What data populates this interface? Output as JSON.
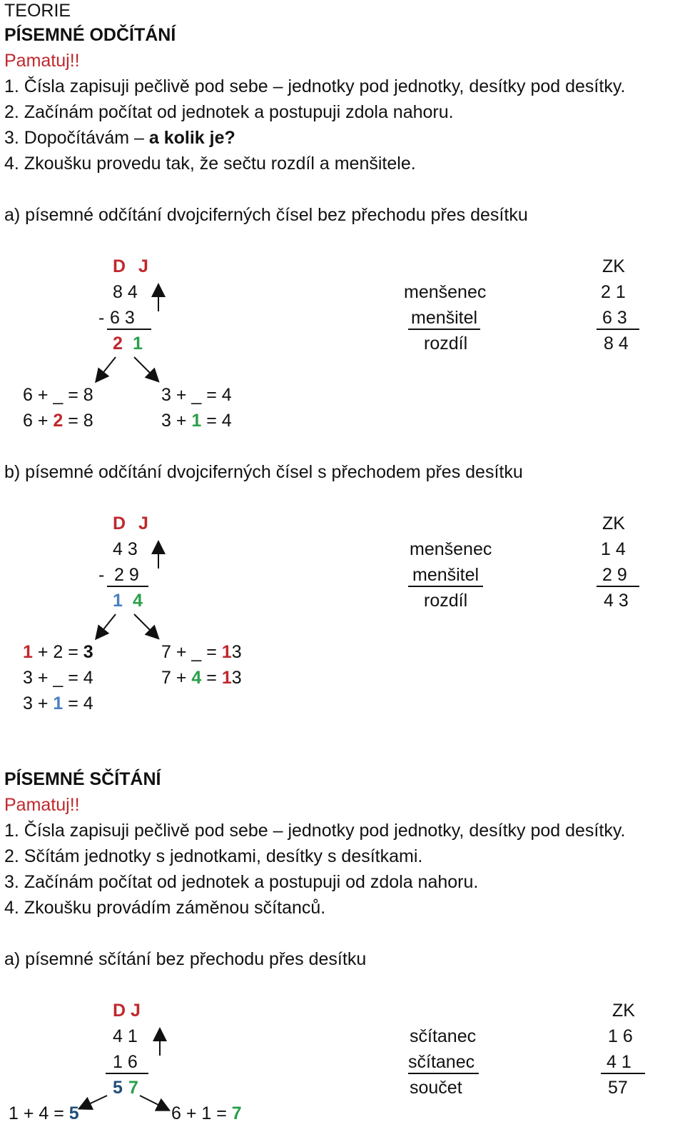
{
  "header": {
    "teorie": "TEORIE"
  },
  "sub": {
    "title": "PÍSEMNÉ ODČÍTÁNÍ",
    "remember": "Pamatuj!!",
    "rules": [
      "1. Čísla zapisuji pečlivě pod sebe – jednotky pod jednotky, desítky pod desítky.",
      "2. Začínám počítat od jednotek a postupuji zdola nahoru.",
      "3. Dopočítávám –",
      "4. Zkoušku provedu tak, že sečtu rozdíl a menšitele."
    ],
    "rule3_bold": "a kolik je?",
    "a": {
      "heading": "a) písemné odčítání dvojciferných čísel bez přechodu přes desítku",
      "d": "D",
      "j": "J",
      "row1": "8 4",
      "minus": "-",
      "row2": "6 3",
      "res_d": "2",
      "res_j": "1",
      "labels": [
        "menšenec",
        "menšitel",
        "rozdíl"
      ],
      "zk_label": "ZK",
      "zk": [
        "2 1",
        "6 3",
        "8 4"
      ],
      "left1": "6 + _ = 8",
      "left2_pre": "6 + ",
      "left2_val": "2",
      "left2_post": " = 8",
      "right1": "3 + _ = 4",
      "right2_pre": "3 + ",
      "right2_val": "1",
      "right2_post": " = 4"
    },
    "b": {
      "heading": "b) písemné odčítání dvojciferných čísel s přechodem přes desítku",
      "d": "D",
      "j": "J",
      "row1": "4 3",
      "minus": "-",
      "row2": "2 9",
      "res_d": "1",
      "res_j": "4",
      "labels": [
        "menšenec",
        "menšitel",
        "rozdíl"
      ],
      "zk_label": "ZK",
      "zk": [
        "1 4",
        "2 9",
        "4 3"
      ],
      "l1_a": "1",
      "l1_b": " + 2 = ",
      "l1_c": "3",
      "l2": "3 + _ = 4",
      "l3_a": "3 + ",
      "l3_b": "1",
      "l3_c": " = 4",
      "r1_a": "7 + _ = ",
      "r1_b": "1",
      "r1_c": "3",
      "r2_a": "7 + ",
      "r2_b": "4",
      "r2_c": " = ",
      "r2_d": "1",
      "r2_e": "3"
    }
  },
  "add": {
    "title": "PÍSEMNÉ SČÍTÁNÍ",
    "remember": "Pamatuj!!",
    "rules": [
      "1. Čísla zapisuji pečlivě pod sebe – jednotky pod jednotky, desítky pod desítky.",
      "2. Sčítám jednotky s jednotkami, desítky s desítkami.",
      "3. Začínám počítat od jednotek a postupuji od zdola nahoru.",
      "4. Zkoušku provádím záměnou sčítanců."
    ],
    "a": {
      "heading": "a) písemné sčítání bez přechodu přes desítku",
      "dj": "D J",
      "row1": "4 1",
      "row2": "1 6",
      "res_d": "5",
      "res_j": "7",
      "labels": [
        "sčítanec",
        "sčítanec",
        "součet"
      ],
      "zk_label": "ZK",
      "zk": [
        "1 6",
        "4 1",
        "57"
      ],
      "left_pre": "1 + 4 = ",
      "left_val": "5",
      "right_pre": "6 + 1 = ",
      "right_val": "7"
    }
  }
}
